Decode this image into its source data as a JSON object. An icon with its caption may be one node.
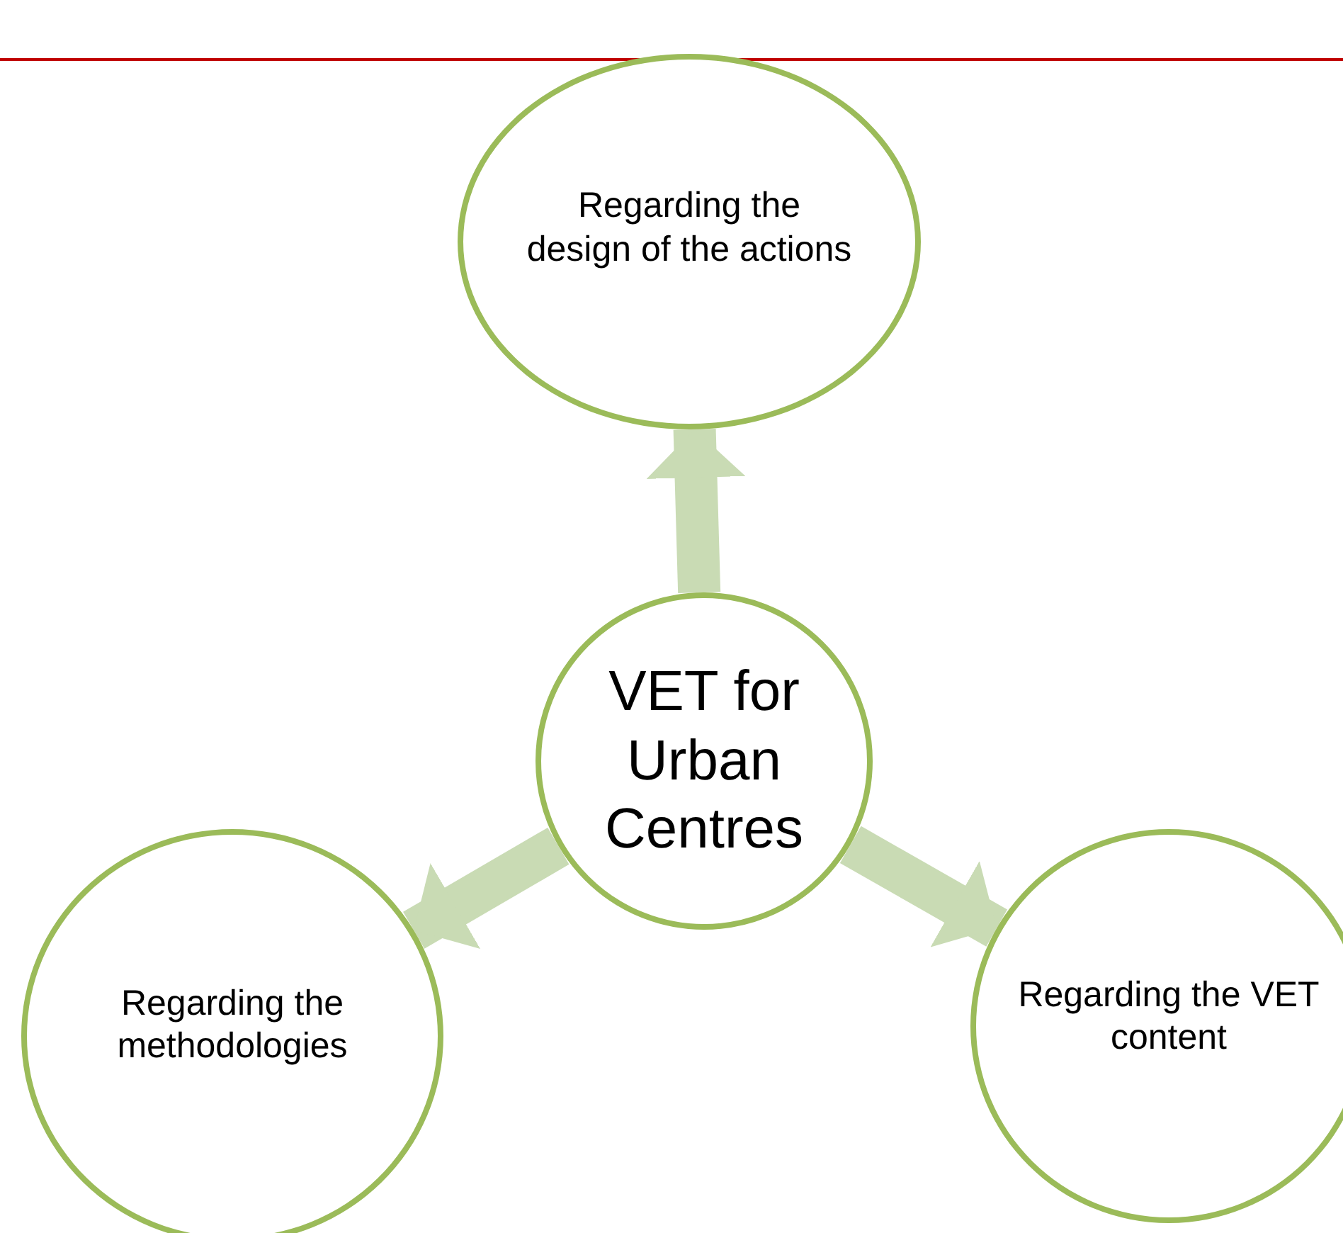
{
  "diagram": {
    "nodes": [
      {
        "text": [
          "Regarding the design of the actions"
        ]
      },
      {
        "text": [
          "VET for Urban Centres"
        ]
      },
      {
        "text": [
          "Regarding the methodologies"
        ]
      },
      {
        "text": [
          "Regarding the VET content"
        ]
      }
    ],
    "edges": [
      {
        "from": 1,
        "to": 0,
        "arrow": "to"
      },
      {
        "from": 1,
        "to": 2,
        "arrow": "to"
      },
      {
        "from": 1,
        "to": 3,
        "arrow": "to"
      }
    ]
  }
}
